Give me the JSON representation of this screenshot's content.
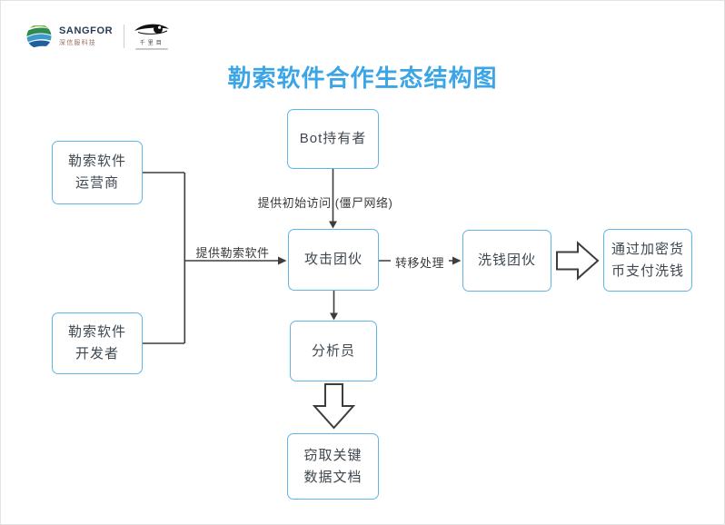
{
  "logo": {
    "brand": "SANGFOR",
    "brand_sub": "深信服科技",
    "lab_name": "千里目"
  },
  "title": "勒索软件合作生态结构图",
  "colors": {
    "title": "#3BA5E6",
    "box_border": "#5FB7E8",
    "line": "#3D3D3D",
    "box_text": "#3F4850"
  },
  "diagram": {
    "nodes": {
      "bot_holder": {
        "label": "Bot持有者"
      },
      "operator": {
        "label": "勒索软件\n运营商"
      },
      "developer": {
        "label": "勒索软件\n开发者"
      },
      "attack_group": {
        "label": "攻击团伙"
      },
      "laundering_group": {
        "label": "洗钱团伙"
      },
      "crypto_payment": {
        "label": "通过加密货\n币支付洗钱"
      },
      "analyst": {
        "label": "分析员"
      },
      "steal_data": {
        "label": "窃取关键\n数据文档"
      }
    },
    "edge_labels": {
      "initial_access": "提供初始访问 (僵尸网络)",
      "provide_ransomware": "提供勒索软件",
      "transfer": "转移处理"
    }
  }
}
